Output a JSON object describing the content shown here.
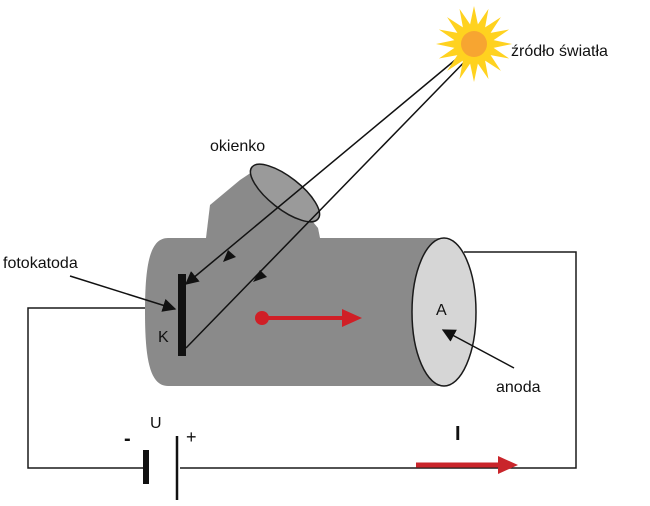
{
  "labels": {
    "light_source": "źródło światła",
    "window": "okienko",
    "photocathode": "fotokatoda",
    "cathode_letter": "K",
    "anode_letter": "A",
    "anode": "anoda",
    "voltage": "U",
    "minus": "-",
    "plus": "+",
    "current": "I"
  },
  "colors": {
    "tube_body": "#8a8a8a",
    "tube_end": "#d6d6d6",
    "sun_rays": "#ffd21f",
    "sun_core": "#f7a531",
    "electron_arrow": "#d01f26",
    "current_arrow": "#c9252b",
    "wire": "#1a1a1a"
  }
}
